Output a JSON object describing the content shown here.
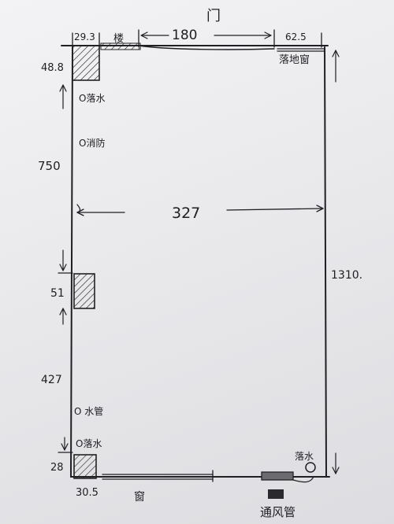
{
  "title": "门",
  "dimensions": {
    "top_left": "29.3",
    "door_width": "180",
    "top_right": "62.5",
    "left_top": "48.8",
    "left_upper": "750",
    "room_width": "327",
    "left_middle": "51",
    "room_height": "1310.",
    "left_lower": "427",
    "left_bottom": "28",
    "bottom_left": "30.5"
  },
  "labels": {
    "top_pipe": "楼",
    "floor_drain_top": "O落水",
    "fire_sprinkler": "O消防",
    "water_pipe": "O 水管",
    "floor_drain_bottom": "O落水",
    "floor_window": "落地窗",
    "bottom_window": "窗",
    "drain_bottom_right": "落水",
    "vent_pipe": "通风管"
  }
}
